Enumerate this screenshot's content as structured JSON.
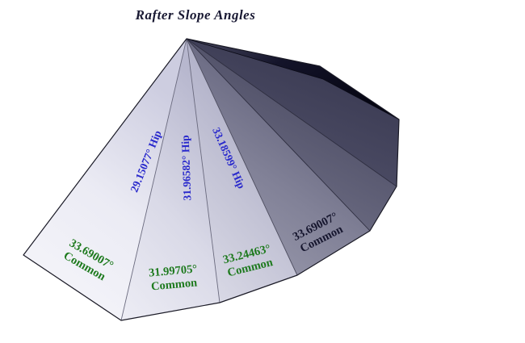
{
  "title": "Rafter Slope Angles",
  "colors": {
    "background": "#ffffff",
    "title_text": "#191933",
    "hip_label": "#2929cc",
    "common_label": "#1e7a1e",
    "common_label_dark": "#16162e",
    "facet_light": "#f2f2f8",
    "facet_dark": "#46465e",
    "roof_back_edge": "#08081a"
  },
  "labels": {
    "hips": [
      {
        "text": "29.15077° Hip"
      },
      {
        "text": "31.96582° Hip"
      },
      {
        "text": "33.18599° Hip"
      }
    ],
    "commons": [
      {
        "value": "33.69007°",
        "kind": "Common"
      },
      {
        "value": "31.99705°",
        "kind": "Common"
      },
      {
        "value": "33.24463°",
        "kind": "Common"
      },
      {
        "value": "33.69007°",
        "kind": "Common"
      }
    ]
  }
}
